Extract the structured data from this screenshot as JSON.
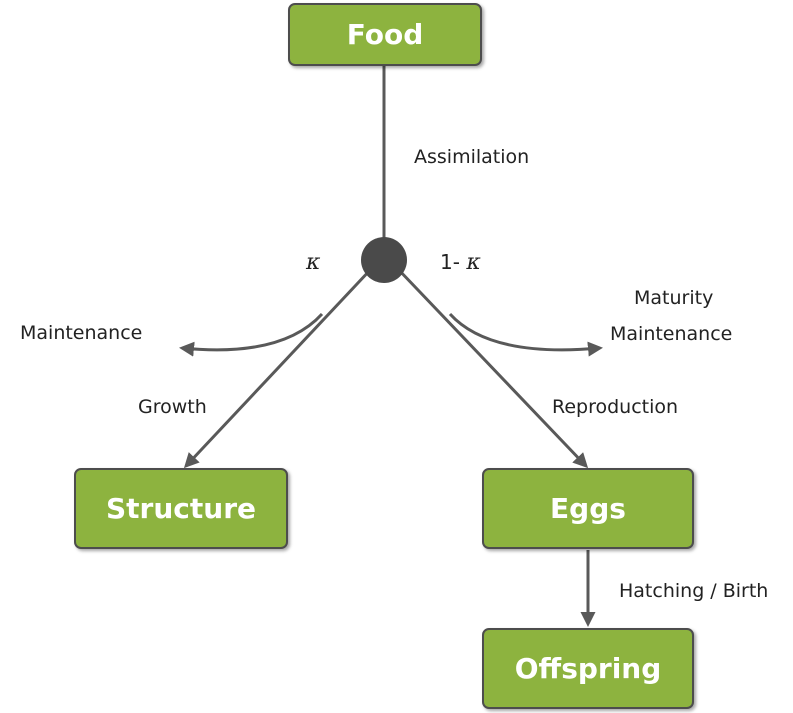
{
  "nodes": {
    "food": "Food",
    "structure": "Structure",
    "eggs": "Eggs",
    "offspring": "Offspring"
  },
  "labels": {
    "assimilation": "Assimilation",
    "kappa": "κ",
    "one_minus": "1- ",
    "one_minus_kappa": "κ",
    "maintenance": "Maintenance",
    "maturity": "Maturity",
    "maturity_maintenance": "Maintenance",
    "growth": "Growth",
    "reproduction": "Reproduction",
    "hatching": "Hatching / Birth"
  },
  "colors": {
    "box_fill": "#8db33f",
    "box_border": "#4d4d4d",
    "line": "#595959",
    "node": "#4a4a4a"
  }
}
